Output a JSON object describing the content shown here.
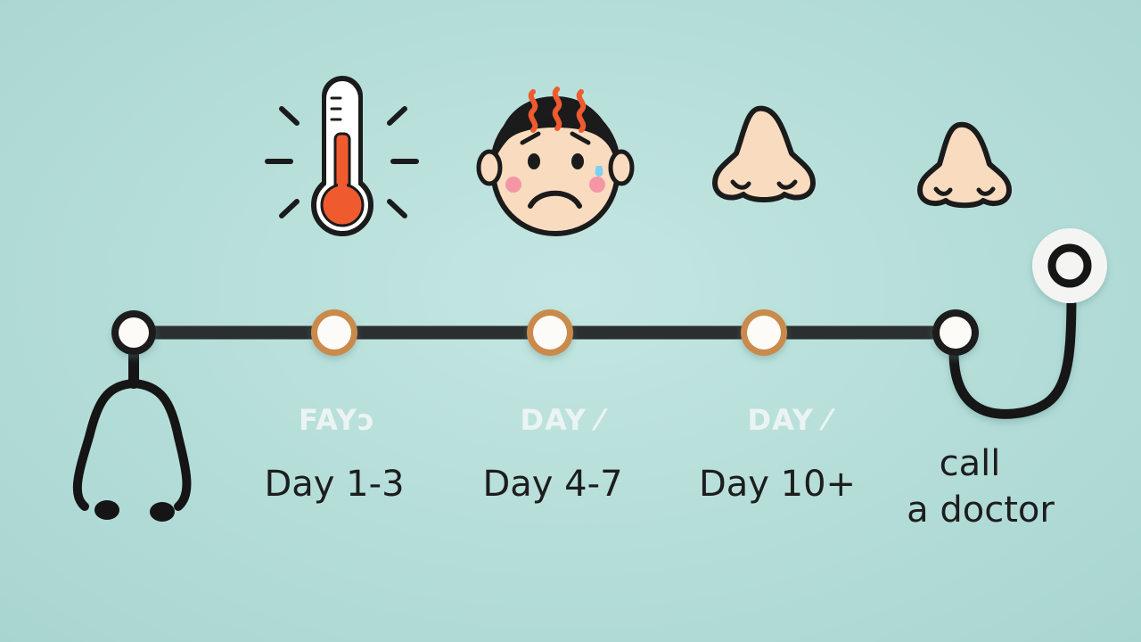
{
  "stages": [
    {
      "id": "fever",
      "faint_label": "FAYↄ",
      "label": "Day 1-3",
      "icon": "thermometer-icon"
    },
    {
      "id": "headache",
      "faint_label": "DAY ⁄",
      "label": "Day 4-7",
      "icon": "headache-face-icon"
    },
    {
      "id": "congestion",
      "faint_label": "DAY ⁄",
      "label": "Day 10+",
      "icon": "nose-icon"
    },
    {
      "id": "doctor",
      "label_line1": "call",
      "label_line2": "a doctor",
      "icon": "nose-icon"
    }
  ],
  "colors": {
    "background": "#b6dfdb",
    "line": "#2b2f30",
    "node_ring": "#c98a4b",
    "node_fill": "#fdfbf7",
    "thermo_red": "#f05a2f",
    "skin": "#f9dcc0",
    "hair": "#1b1b1b"
  }
}
